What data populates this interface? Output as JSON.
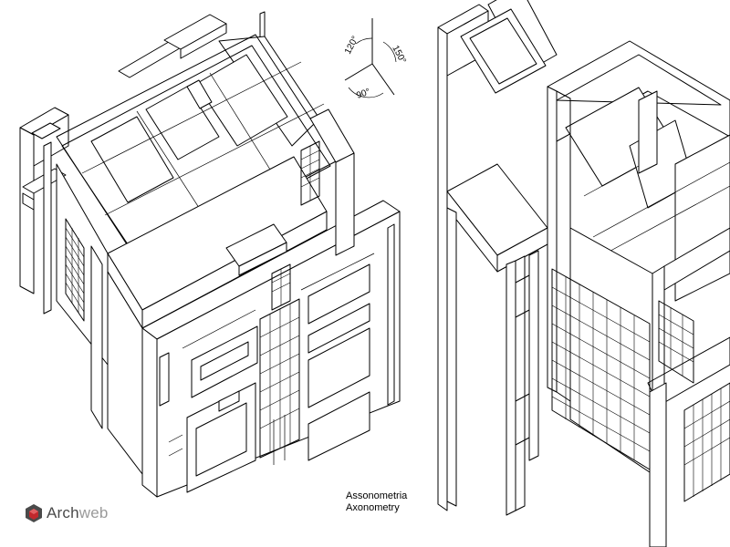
{
  "drawing": {
    "caption_line1": "Assonometria",
    "caption_line2": "Axonometry",
    "angles": [
      "120°",
      "150°",
      "90°"
    ]
  },
  "brand": {
    "name_part1": "Arch",
    "name_part2": "web",
    "logo_icon": "hexagon-cube-icon",
    "colors": {
      "dark": "#4a4a4a",
      "light": "#9a9a9a",
      "accent": "#c0282d"
    }
  }
}
